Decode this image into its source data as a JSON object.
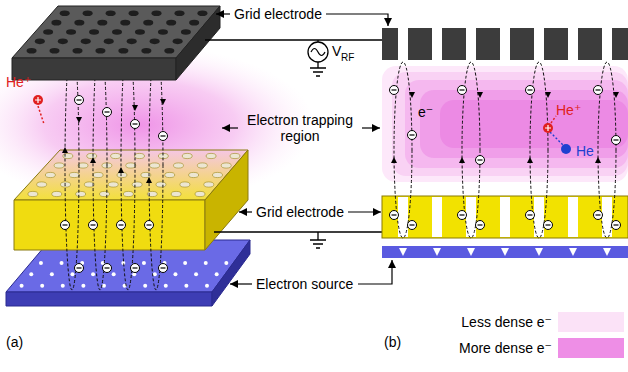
{
  "diagram": {
    "labels": [
      "Grid electrode",
      "V",
      "RF",
      "Electron trapping region",
      "He⁺",
      "Grid electrode",
      "Electron source",
      "e⁻",
      "He⁺",
      "He",
      "(a)",
      "(b)"
    ],
    "legend": [
      {
        "text": "Less dense e⁻",
        "color": "#fbe2f7"
      },
      {
        "text": "More dense e⁻",
        "color": "#ee8ee6"
      }
    ]
  }
}
